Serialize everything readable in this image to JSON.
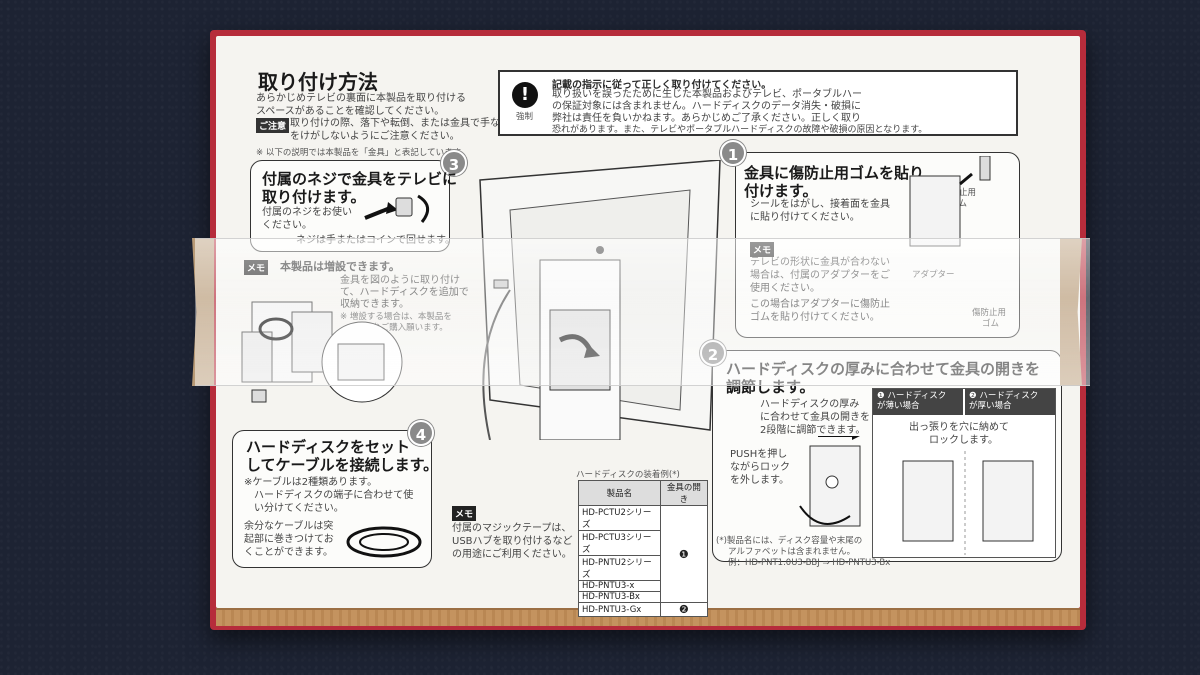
{
  "title": "取り付け方法",
  "intro": [
    "あらかじめテレビの裏面に本製品を取り付ける",
    "スペースがあることを確認してください。"
  ],
  "caution_tag": "ご注意",
  "caution": [
    "取り付けの際、落下や転倒、または金具で手など",
    "をけがしないようにご注意ください。"
  ],
  "note": "※ 以下の説明では本製品を「金具」と表記しています。",
  "warning": {
    "icon_label": "強制",
    "lines": [
      "記載の指示に従って正しく取り付けてください。",
      "取り扱いを誤ったために生じた本製品およびテレビ、ポータブルハー",
      "の保証対象には含まれません。ハードディスクのデータ消失・破損に",
      "弊社は責任を負いかねます。あらかじめご了承ください。正しく取り",
      "恐れがあります。また、テレビやポータブルハードディスクの故障や破損の原因となります。"
    ]
  },
  "step1": {
    "num": "1",
    "title": [
      "金具に傷防止用ゴムを貼り",
      "付けます。"
    ],
    "text": [
      "シールをはがし、接着面を金具",
      "に貼り付けてください。"
    ],
    "label_rubber": [
      "傷防止用",
      "ゴム"
    ],
    "memo_tag": "メモ",
    "memo": [
      "テレビの形状に金具が合わない",
      "場合は、付属のアダプターをご",
      "使用ください。",
      "この場合はアダプターに傷防止",
      "ゴムを貼り付けてください。"
    ],
    "label_adapter": "アダプター",
    "label_rubber2": [
      "傷防止用",
      "ゴム"
    ]
  },
  "step2": {
    "num": "2",
    "title": [
      "ハードディスクの厚みに合わせて金具の開きを",
      "調節します。"
    ],
    "text": [
      "ハードディスクの厚み",
      "に合わせて金具の開きを",
      "2段階に調節できます。"
    ],
    "push": [
      "PUSHを押し",
      "ながらロック",
      "を外します。"
    ],
    "sub1": [
      "❶ ハードディスク",
      "が薄い場合"
    ],
    "sub2": [
      "❷ ハードディスク",
      "が厚い場合"
    ],
    "sub_text": [
      "出っ張りを穴に納めて",
      "ロックします。"
    ],
    "table_title": "ハードディスクの装着例(*)",
    "table_headers": [
      "製品名",
      "金具の開き"
    ],
    "table_rows": [
      "HD-PCTU2シリーズ",
      "HD-PCTU3シリーズ",
      "HD-PNTU2シリーズ",
      "HD-PNTU3-x",
      "HD-PNTU3-Bx",
      "HD-PNTU3-Gx"
    ],
    "table_open1": "❶",
    "table_open2": "❷",
    "footnote": [
      "(*)製品名には、ディスク容量や末尾の",
      "アルファベットは含まれません。",
      "例：HD-PNT1.0U3-BBJ ⇒ HD-PNTU3-Bx"
    ]
  },
  "step3": {
    "num": "3",
    "title": [
      "付属のネジで金具をテレビに",
      "取り付けます。"
    ],
    "text": [
      "付属のネジをお使い",
      "ください。"
    ],
    "hint": "ネジは手またはコインで回せます。",
    "memo_tag": "メモ",
    "memo_title": "本製品は増設できます。",
    "memo": [
      "金具を図のように取り付け",
      "て、ハードディスクを追加で",
      "収納できます。"
    ],
    "memo_note": [
      "※ 増設する場合は、本製品を",
      "もう1台ご購入願います。"
    ]
  },
  "step4": {
    "num": "4",
    "title": [
      "ハードディスクをセット",
      "してケーブルを接続します。"
    ],
    "text": [
      "※ケーブルは2種類あります。",
      "ハードディスクの端子に合わせて使",
      "い分けてください。"
    ],
    "cable": [
      "余分なケーブルは突",
      "起部に巻きつけてお",
      "くことができます。"
    ],
    "memo_tag": "メモ",
    "memo": [
      "付属のマジックテープは、",
      "USBハブを取り付けるなど",
      "の用途にご利用ください。"
    ]
  }
}
